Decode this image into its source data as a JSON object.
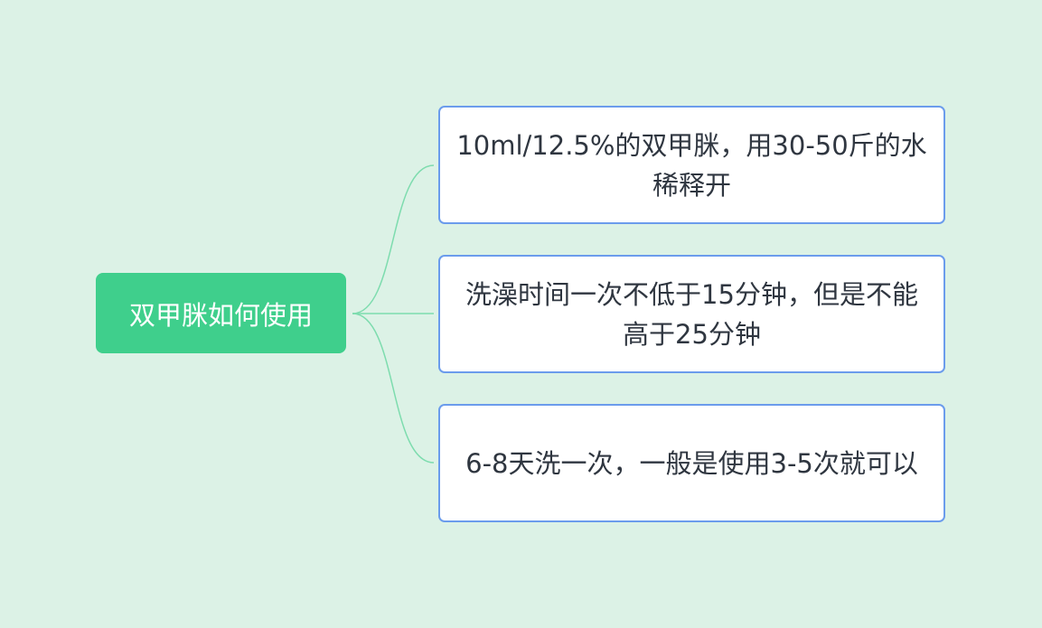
{
  "colors": {
    "background": "#dcf2e6",
    "root_fill": "#3fcf8c",
    "child_fill": "#ffffff",
    "child_border": "#6b9cec",
    "connector": "#7ddcae",
    "text_dark": "#2f3640"
  },
  "root": {
    "label": "双甲脒如何使用"
  },
  "children": [
    {
      "label": "10ml/12.5%的双甲脒，用30-50斤的水稀释开"
    },
    {
      "label": "洗澡时间一次不低于15分钟，但是不能高于25分钟"
    },
    {
      "label": "6-8天洗一次，一般是使用3-5次就可以"
    }
  ]
}
